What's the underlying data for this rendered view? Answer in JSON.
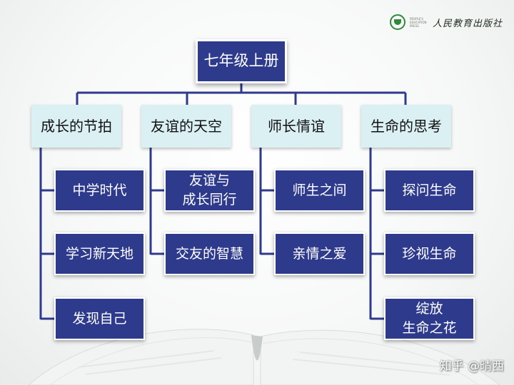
{
  "publisher": {
    "name": "人民教育出版社",
    "small_caption": "PEOPLE'S EDUCATION PRESS"
  },
  "diagram": {
    "root": "七年级上册",
    "units": [
      {
        "title": "成长的节拍",
        "lessons": [
          "中学时代",
          "学习新天地",
          "发现自己"
        ]
      },
      {
        "title": "友谊的天空",
        "lessons": [
          "友谊与\n成长同行",
          "交友的智慧"
        ]
      },
      {
        "title": "师长情谊",
        "lessons": [
          "师生之间",
          "亲情之爱"
        ]
      },
      {
        "title": "生命的思考",
        "lessons": [
          "探问生命",
          "珍视生命",
          "绽放\n生命之花"
        ]
      }
    ]
  },
  "watermark": "知乎 @晴西",
  "colors": {
    "navy": "#2e3a8c",
    "light_cyan": "#daf0f3",
    "connector": "#2e3a8c",
    "logo_green": "#2f8a3a"
  }
}
